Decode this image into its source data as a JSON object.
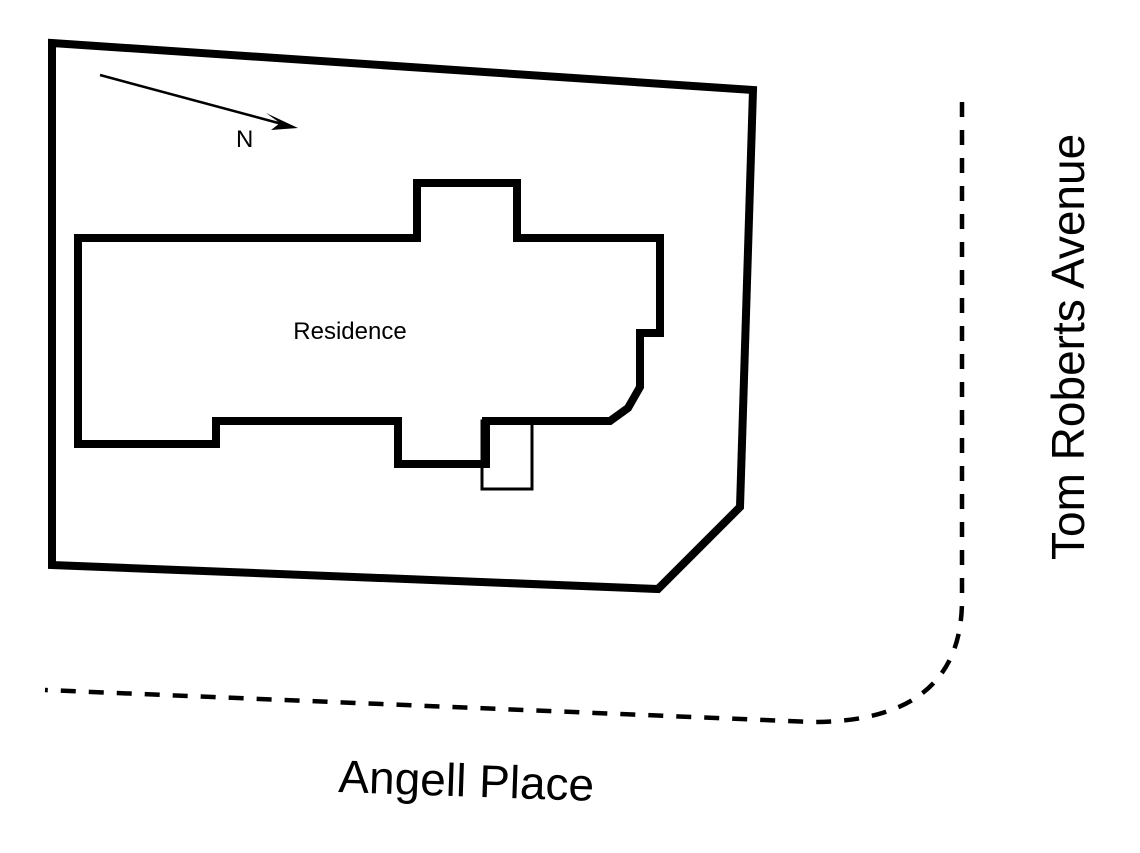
{
  "diagram": {
    "compass_label": "N",
    "building_label": "Residence",
    "street_bottom": "Angell Place",
    "street_right": "Tom Roberts Avenue",
    "line_color": "#000000",
    "background_color": "#ffffff"
  }
}
